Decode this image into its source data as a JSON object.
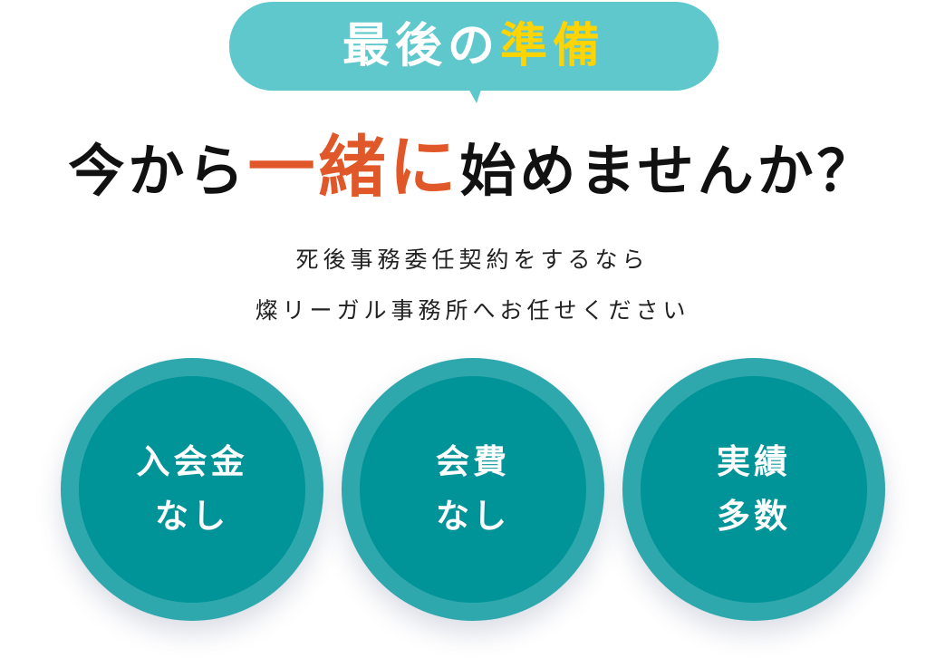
{
  "bubble": {
    "text_plain": "最後の",
    "text_highlight": "準備",
    "colors": {
      "background": "#5ec8cc",
      "text": "#ffffff",
      "highlight": "#ffd400"
    }
  },
  "headline": {
    "before": "今から",
    "accent": "一緒に",
    "after": "始めませんか？",
    "colors": {
      "text": "#111111",
      "accent": "#e0582a"
    }
  },
  "subtext": {
    "line1": "死後事務委任契約をするなら",
    "line2": "燦リーガル事務所へお任せください"
  },
  "features": [
    {
      "line1": "入会金",
      "line2": "なし"
    },
    {
      "line1": "会費",
      "line2": "なし"
    },
    {
      "line1": "実績",
      "line2": "多数"
    }
  ],
  "feature_colors": {
    "outer": "#2fa8ad",
    "inner": "#009398",
    "text": "#ffffff"
  }
}
